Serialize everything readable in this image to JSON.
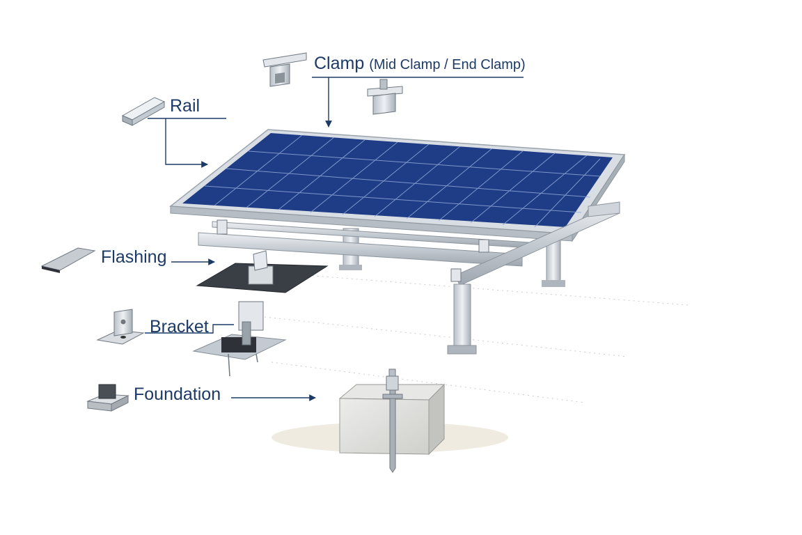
{
  "labels": {
    "clamp": {
      "main": "Clamp",
      "detail": "(Mid Clamp / End Clamp)"
    },
    "rail": "Rail",
    "flashing": "Flashing",
    "bracket": "Bracket",
    "foundation": "Foundation"
  },
  "colors": {
    "label_text": "#1c3a66",
    "leader_line": "#1c3a66",
    "panel_cell": "#1f3d86",
    "panel_frame": "#d8dde3",
    "metal": "#c9ced4",
    "concrete": "#dcdcda"
  },
  "icons": [
    "clamp-icon",
    "rail-icon",
    "flashing-icon",
    "bracket-icon",
    "foundation-icon"
  ]
}
